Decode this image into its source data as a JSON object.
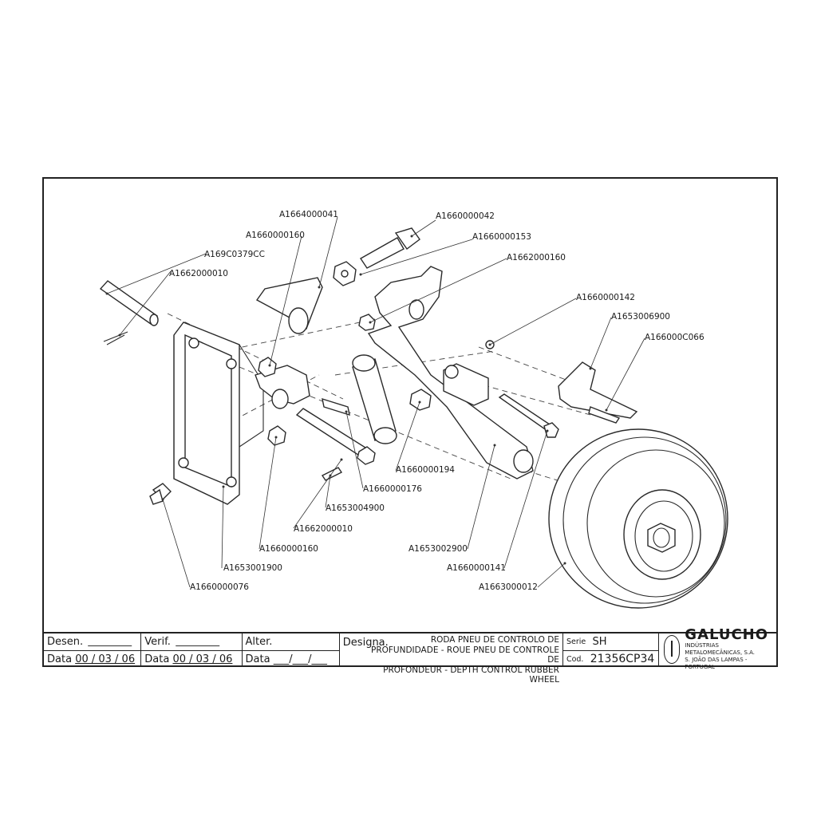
{
  "labels": [
    {
      "id": "p1",
      "text": "A1664000041"
    },
    {
      "id": "p2",
      "text": "A1660000042"
    },
    {
      "id": "p3",
      "text": "A1660000160"
    },
    {
      "id": "p4",
      "text": "A1660000153"
    },
    {
      "id": "p5",
      "text": "A169C0379CC"
    },
    {
      "id": "p6",
      "text": "A1662000160"
    },
    {
      "id": "p7",
      "text": "A1662000010"
    },
    {
      "id": "p8",
      "text": "A1660000142"
    },
    {
      "id": "p9",
      "text": "A1653006900"
    },
    {
      "id": "p10",
      "text": "A166000C066"
    },
    {
      "id": "p11",
      "text": "A1660000194"
    },
    {
      "id": "p12",
      "text": "A1660000176"
    },
    {
      "id": "p13",
      "text": "A1653004900"
    },
    {
      "id": "p14",
      "text": "A1662000010"
    },
    {
      "id": "p15",
      "text": "A1660000160"
    },
    {
      "id": "p16",
      "text": "A1653002900"
    },
    {
      "id": "p17",
      "text": "A1653001900"
    },
    {
      "id": "p18",
      "text": "A1660000141"
    },
    {
      "id": "p19",
      "text": "A1660000076"
    },
    {
      "id": "p20",
      "text": "A1663000012"
    }
  ],
  "title_block": {
    "desen_label": "Desen.",
    "verif_label": "Verif.",
    "alter_label": "Alter.",
    "data_label": "Data",
    "desen_date": "00 / 03 / 06",
    "verif_date": "00 / 03 / 06",
    "alter_date": "___/___/___",
    "designa_label": "Designa.",
    "designation_line1": "RODA PNEU DE CONTROLO DE",
    "designation_line2": "PROFUNDIDADE - ROUE PNEU DE CONTROLE DE",
    "designation_line3": "PROFONDEUR - DEPTH CONTROL RUBBER WHEEL",
    "serie_label": "Serie",
    "serie_value": "SH",
    "cod_label": "Cod.",
    "cod_value": "21356CP34",
    "company_name": "GALUCHO",
    "company_sub1": "INDÚSTRIAS METALOMECÂNICAS, S.A.",
    "company_sub2": "S. JOÃO DAS LAMPAS - PORTUGAL"
  }
}
